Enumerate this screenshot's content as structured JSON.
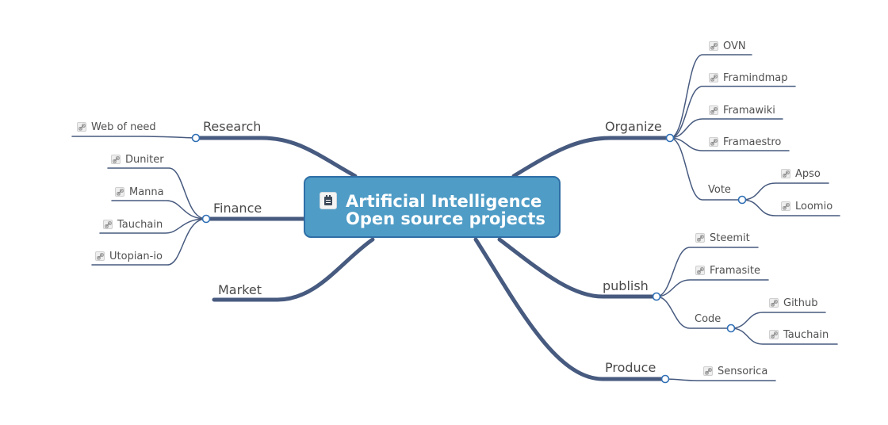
{
  "central": {
    "line1": "Artificial Intelligence",
    "line2": "Open source projects",
    "icon": "notepad-icon"
  },
  "branches": [
    {
      "label": "Research",
      "children": [
        {
          "label": "Web of need",
          "icon": "link-icon"
        }
      ]
    },
    {
      "label": "Finance",
      "children": [
        {
          "label": "Duniter",
          "icon": "link-icon"
        },
        {
          "label": "Manna",
          "icon": "link-icon"
        },
        {
          "label": "Tauchain",
          "icon": "link-icon"
        },
        {
          "label": "Utopian-io",
          "icon": "link-icon"
        }
      ]
    },
    {
      "label": "Market",
      "children": []
    },
    {
      "label": "Organize",
      "children": [
        {
          "label": "OVN",
          "icon": "link-icon"
        },
        {
          "label": "Framindmap",
          "icon": "link-icon"
        },
        {
          "label": "Framawiki",
          "icon": "link-icon"
        },
        {
          "label": "Framaestro",
          "icon": "link-icon"
        },
        {
          "label": "Vote",
          "children": [
            {
              "label": "Apso",
              "icon": "link-icon"
            },
            {
              "label": "Loomio",
              "icon": "link-icon"
            }
          ]
        }
      ]
    },
    {
      "label": "publish",
      "children": [
        {
          "label": "Steemit",
          "icon": "link-icon"
        },
        {
          "label": "Framasite",
          "icon": "link-icon"
        },
        {
          "label": "Code",
          "children": [
            {
              "label": "Github",
              "icon": "link-icon"
            },
            {
              "label": "Tauchain",
              "icon": "link-icon"
            }
          ]
        }
      ]
    },
    {
      "label": "Produce",
      "children": [
        {
          "label": "Sensorica",
          "icon": "link-icon"
        }
      ]
    }
  ],
  "colors": {
    "branch": "#475a7f",
    "central_fill": "#4f9cc6",
    "central_border": "#2f6fa6",
    "node_dot": "#2f6fb5"
  }
}
